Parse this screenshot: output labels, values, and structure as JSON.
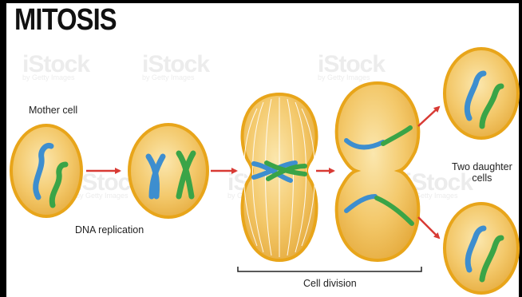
{
  "title": "MITOSIS",
  "labels": {
    "mother_cell": "Mother cell",
    "dna_replication": "DNA replication",
    "cell_division": "Cell division",
    "two_daughter_1": "Two daughter",
    "two_daughter_2": "cells"
  },
  "watermark": {
    "brand": "iStock",
    "sub": "by Getty Images"
  },
  "colors": {
    "cell_fill": "#f3c86a",
    "cell_outline": "#e8a51a",
    "chromosome_blue": "#3d8ecf",
    "chromosome_green": "#3aa447",
    "arrow": "#d83a34"
  }
}
